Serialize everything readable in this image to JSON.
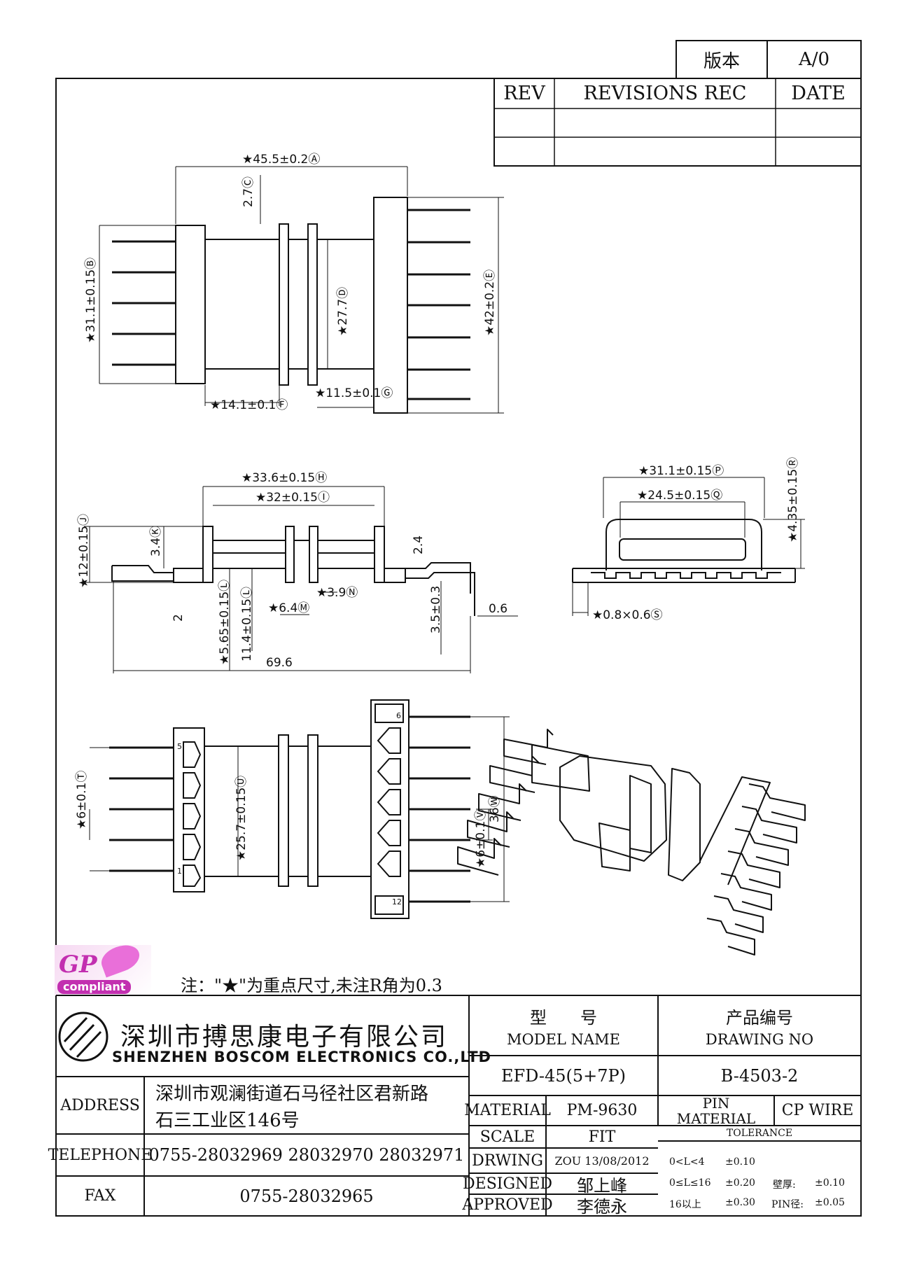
{
  "header": {
    "version_label": "版本",
    "version_value": "A/0",
    "rev_header": "REV",
    "revisions_header": "REVISIONS REC",
    "date_header": "DATE"
  },
  "dims": {
    "A": "★45.5±0.2Ⓐ",
    "C": "2.7Ⓒ",
    "B": "★31.1±0.15Ⓑ",
    "D": "★27.7Ⓓ",
    "E": "★42±0.2Ⓔ",
    "F": "★14.1±0.1Ⓕ",
    "G": "★11.5±0.1Ⓖ",
    "H": "★33.6±0.15Ⓗ",
    "I": "★32±0.15Ⓘ",
    "J": "★12±0.15Ⓙ",
    "K": "3.4Ⓚ",
    "d2_4": "2.4",
    "d2": "2",
    "L": "★5.65±0.15Ⓛ",
    "L2": "11.4±0.15Ⓛ",
    "M": "★6.4Ⓜ",
    "N": "★3.9Ⓝ",
    "d3_5": "3.5±0.3",
    "d0_6": "0.6",
    "d69_6": "69.6",
    "P": "★31.1±0.15Ⓟ",
    "Q": "★24.5±0.15Ⓠ",
    "R": "★4.35±0.15Ⓡ",
    "S": "★0.8×0.6Ⓢ",
    "T": "★6±0.1Ⓣ",
    "U": "★25.7±0.15Ⓤ",
    "V": "★6±0.1Ⓥ",
    "W": "36Ⓦ",
    "pin5": "5",
    "pin1": "1",
    "pin6": "6",
    "pin12": "12"
  },
  "logo": {
    "gp": "GP",
    "compliant": "compliant"
  },
  "note": "注：\"★\"为重点尺寸,未注R角为0.3",
  "company": {
    "cn": "深圳市搏思康电子有限公司",
    "en": "SHENZHEN BOSCOM ELECTRONICS CO.,LTD"
  },
  "title_block": {
    "model_cn": "型　　号",
    "model_en": "MODEL NAME",
    "drawing_cn": "产品编号",
    "drawing_en": "DRAWING NO",
    "model_value": "EFD-45(5+7P)",
    "drawing_value": "B-4503-2",
    "address_label": "ADDRESS",
    "address_line1": "深圳市观澜街道石马径社区君新路",
    "address_line2": "石三工业区146号",
    "telephone_label": "TELEPHONE",
    "telephone_value": "0755-28032969 28032970 28032971",
    "fax_label": "FAX",
    "fax_value": "0755-28032965",
    "material_label": "MATERIAL",
    "material_value": "PM-9630",
    "pin_material_label1": "PIN",
    "pin_material_label2": "MATERIAL",
    "pin_material_value": "CP WIRE",
    "scale_label": "SCALE",
    "scale_value": "FIT",
    "drwing_label": "DRWING",
    "drwing_value": "ZOU 13/08/2012",
    "designed_label": "DESIGNED",
    "designed_value": "邹上峰",
    "approved_label": "APPROVED",
    "approved_value": "李德永",
    "tolerance_label": "TOLERANCE",
    "tol_row1_range": "0<L<4",
    "tol_row1_val": "±0.10",
    "tol_row2_range": "0≤L≤16",
    "tol_row2_val": "±0.20",
    "tol_row2_extra_label": "壁厚:",
    "tol_row2_extra_val": "±0.10",
    "tol_row3_range": "16以上",
    "tol_row3_val": "±0.30",
    "tol_row3_extra_label": "PIN径:",
    "tol_row3_extra_val": "±0.05"
  }
}
